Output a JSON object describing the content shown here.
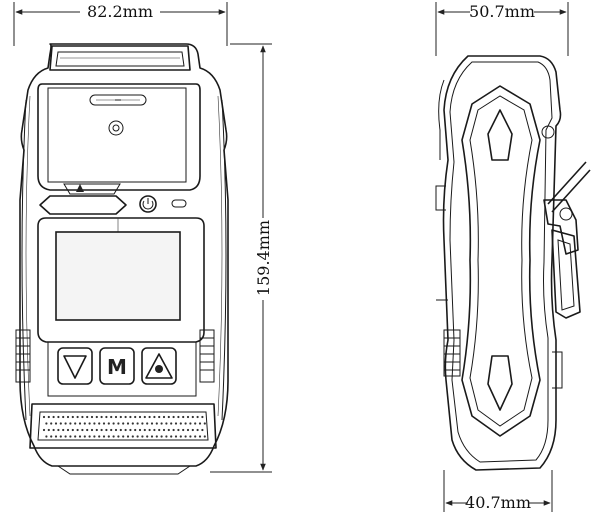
{
  "dimensions": {
    "front_width": "82.2mm",
    "front_height": "159.4mm",
    "side_top_width": "50.7mm",
    "side_bottom_width": "40.7mm"
  },
  "buttons": {
    "mode_label": "M"
  },
  "icons": {
    "down_button": "triangle-down-icon",
    "mode_button": "letter-m-icon",
    "confirm_button": "triangle-warning-icon",
    "alarm_led": "warning-triangle-icon",
    "power_button": "power-icon"
  }
}
